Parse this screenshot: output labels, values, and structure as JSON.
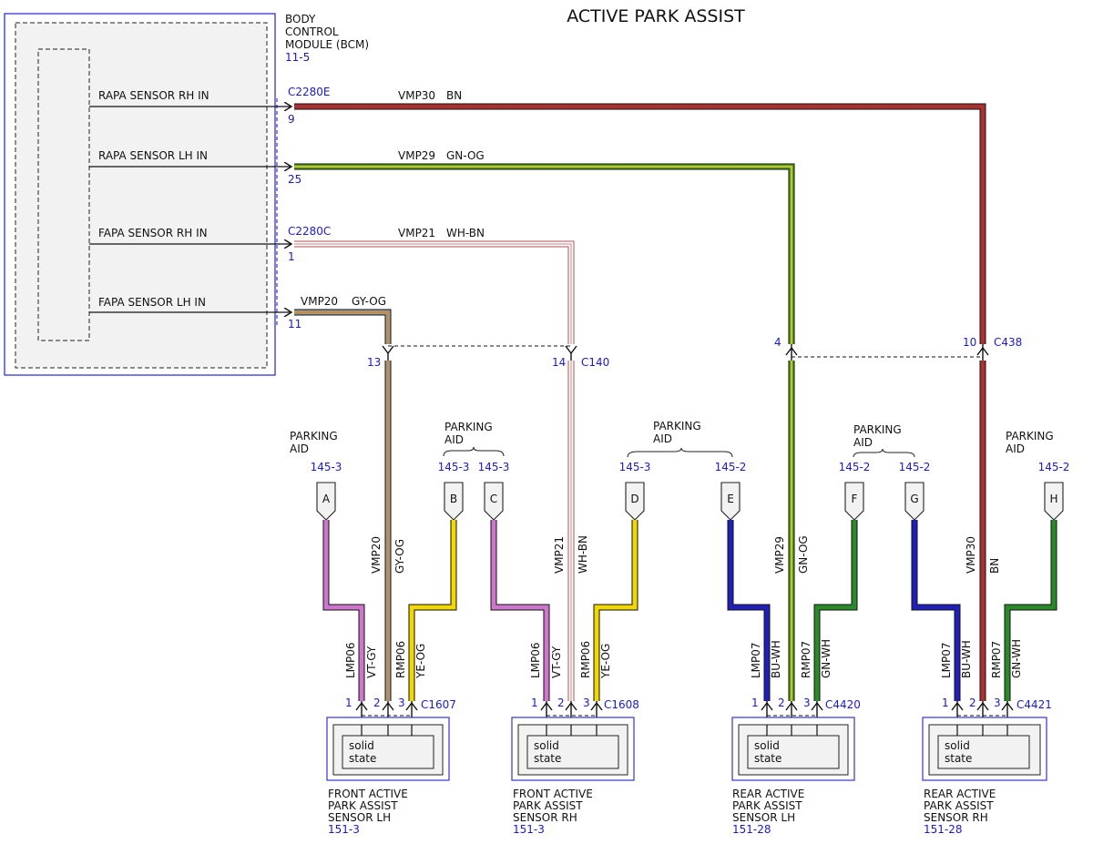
{
  "title": "ACTIVE PARK ASSIST",
  "module": {
    "name_lines": [
      "BODY",
      "CONTROL",
      "MODULE (BCM)"
    ],
    "ref": "11-5",
    "inputs": [
      "RAPA SENSOR RH IN",
      "RAPA SENSOR LH IN",
      "FAPA SENSOR RH IN",
      "FAPA SENSOR LH IN"
    ],
    "connectors": [
      "C2280E",
      "C2280C"
    ],
    "pins": [
      "9",
      "25",
      "1",
      "11"
    ]
  },
  "main_wires": [
    {
      "circuit": "VMP30",
      "color_code": "BN"
    },
    {
      "circuit": "VMP29",
      "color_code": "GN-OG"
    },
    {
      "circuit": "VMP21",
      "color_code": "WH-BN"
    },
    {
      "circuit": "VMP20",
      "color_code": "GY-OG"
    }
  ],
  "inline_connectors": [
    {
      "name": "C140",
      "pins": [
        "13",
        "14"
      ]
    },
    {
      "name": "C438",
      "pins": [
        "4",
        "10"
      ]
    }
  ],
  "parking_aid": {
    "label_lines": [
      "PARKING",
      "AID"
    ],
    "refs": [
      "145-3",
      "145-3",
      "145-3",
      "145-3",
      "145-2",
      "145-2",
      "145-2",
      "145-2"
    ],
    "splice_letters": [
      "A",
      "B",
      "C",
      "D",
      "E",
      "F",
      "G",
      "H"
    ]
  },
  "sensors": [
    {
      "connector": "C1607",
      "name_lines": [
        "FRONT ACTIVE",
        "PARK ASSIST",
        "SENSOR LH"
      ],
      "ref": "151-3",
      "pins": [
        "1",
        "2",
        "3"
      ],
      "wires": [
        {
          "circuit": "LMP06",
          "color_code": "VT-GY"
        },
        {
          "circuit": "RMP06",
          "color_code": "YE-OG"
        }
      ],
      "riser": {
        "circuit": "VMP20",
        "color_code": "GY-OG"
      },
      "device_lines": [
        "solid",
        "state"
      ]
    },
    {
      "connector": "C1608",
      "name_lines": [
        "FRONT ACTIVE",
        "PARK ASSIST",
        "SENSOR RH"
      ],
      "ref": "151-3",
      "pins": [
        "1",
        "2",
        "3"
      ],
      "wires": [
        {
          "circuit": "LMP06",
          "color_code": "VT-GY"
        },
        {
          "circuit": "RMP06",
          "color_code": "YE-OG"
        }
      ],
      "riser": {
        "circuit": "VMP21",
        "color_code": "WH-BN"
      },
      "device_lines": [
        "solid",
        "state"
      ]
    },
    {
      "connector": "C4420",
      "name_lines": [
        "REAR ACTIVE",
        "PARK ASSIST",
        "SENSOR LH"
      ],
      "ref": "151-28",
      "pins": [
        "1",
        "2",
        "3"
      ],
      "wires": [
        {
          "circuit": "LMP07",
          "color_code": "BU-WH"
        },
        {
          "circuit": "RMP07",
          "color_code": "GN-WH"
        }
      ],
      "riser": {
        "circuit": "VMP29",
        "color_code": "GN-OG"
      },
      "device_lines": [
        "solid",
        "state"
      ]
    },
    {
      "connector": "C4421",
      "name_lines": [
        "REAR ACTIVE",
        "PARK ASSIST",
        "SENSOR RH"
      ],
      "ref": "151-28",
      "pins": [
        "1",
        "2",
        "3"
      ],
      "wires": [
        {
          "circuit": "LMP07",
          "color_code": "BU-WH"
        },
        {
          "circuit": "RMP07",
          "color_code": "GN-WH"
        }
      ],
      "riser": {
        "circuit": "VMP30",
        "color_code": "BN"
      },
      "device_lines": [
        "solid",
        "state"
      ]
    }
  ],
  "colors": {
    "label_blue": "#1a1acc",
    "outline_blue": "#3434d6",
    "BN": "#a83232",
    "GN-OG": "#5a9a14",
    "WH-BN": "#d89a9a",
    "GY-OG": "#b08a5a",
    "VT-GY": "#cc77cc",
    "YE-OG": "#f0d800",
    "BU-WH": "#2020b8",
    "GN-WH": "#2a8a2a"
  }
}
